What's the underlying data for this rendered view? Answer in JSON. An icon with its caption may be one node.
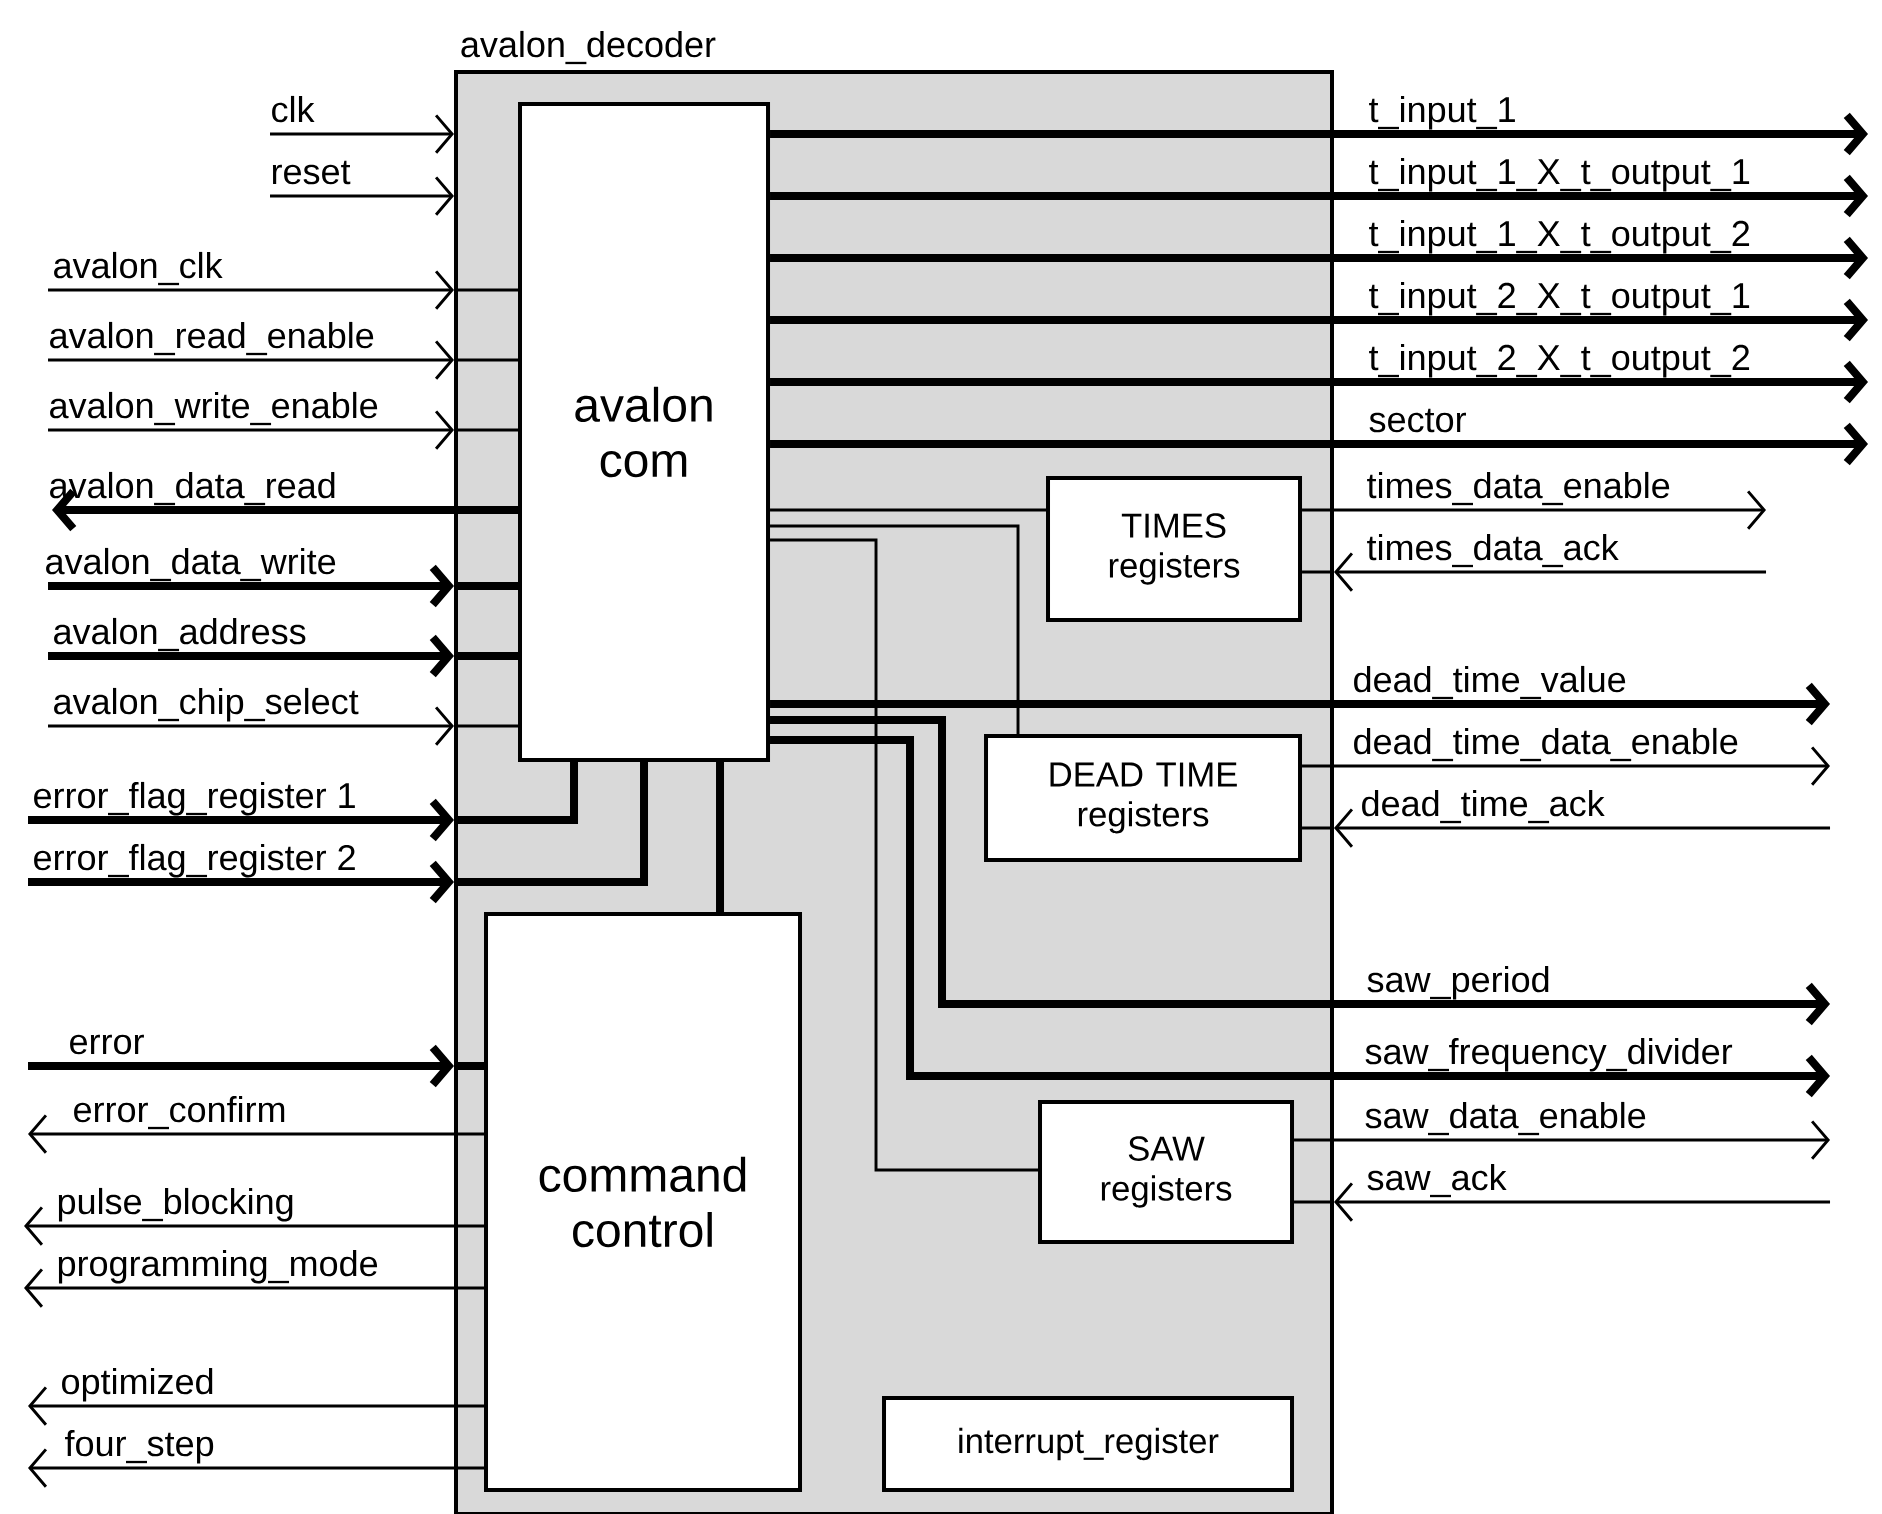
{
  "diagram": {
    "nodes": [
      {
        "text": [
          "avalon_decoder"
        ]
      },
      {
        "text": [
          "avalon com"
        ],
        "in": 0
      },
      {
        "text": [
          "command control"
        ],
        "in": 0
      },
      {
        "text": [
          "TIMES registers"
        ],
        "in": 0
      },
      {
        "text": [
          "DEAD TIME registers"
        ],
        "in": 0
      },
      {
        "text": [
          "SAW registers"
        ],
        "in": 0
      },
      {
        "text": [
          "interrupt_register"
        ],
        "in": 0
      }
    ],
    "edges": [
      {
        "from": null,
        "to": 0,
        "arrow": "to",
        "label": "clk"
      },
      {
        "from": null,
        "to": 0,
        "arrow": "to",
        "label": "reset"
      },
      {
        "from": null,
        "to": 0,
        "arrow": "to",
        "label": "avalon_clk"
      },
      {
        "from": null,
        "to": 0,
        "arrow": "to",
        "label": "avalon_read_enable"
      },
      {
        "from": null,
        "to": 0,
        "arrow": "to",
        "label": "avalon_write_enable"
      },
      {
        "from": 1,
        "to": null,
        "arrow": "to",
        "label": "avalon_data_read",
        "style": "thick"
      },
      {
        "from": null,
        "to": 0,
        "arrow": "to",
        "label": "avalon_data_write",
        "style": "thick"
      },
      {
        "from": null,
        "to": 0,
        "arrow": "to",
        "label": "avalon_address",
        "style": "thick"
      },
      {
        "from": null,
        "to": 0,
        "arrow": "to",
        "label": "avalon_chip_select"
      },
      {
        "from": null,
        "to": 0,
        "arrow": "to",
        "label": "error_flag_register 1",
        "style": "thick"
      },
      {
        "from": null,
        "to": 0,
        "arrow": "to",
        "label": "error_flag_register 2",
        "style": "thick"
      },
      {
        "from": null,
        "to": 0,
        "arrow": "to",
        "label": "error",
        "style": "thick"
      },
      {
        "from": 2,
        "to": null,
        "arrow": "to",
        "label": "error_confirm"
      },
      {
        "from": 2,
        "to": null,
        "arrow": "to",
        "label": "pulse_blocking"
      },
      {
        "from": 2,
        "to": null,
        "arrow": "to",
        "label": "programming_mode"
      },
      {
        "from": 2,
        "to": null,
        "arrow": "to",
        "label": "optimized"
      },
      {
        "from": 2,
        "to": null,
        "arrow": "to",
        "label": "four_step"
      },
      {
        "from": 1,
        "to": null,
        "arrow": "to",
        "label": "t_input_1",
        "style": "thick"
      },
      {
        "from": 1,
        "to": null,
        "arrow": "to",
        "label": "t_input_1_X_t_output_1",
        "style": "thick"
      },
      {
        "from": 1,
        "to": null,
        "arrow": "to",
        "label": "t_input_1_X_t_output_2",
        "style": "thick"
      },
      {
        "from": 1,
        "to": null,
        "arrow": "to",
        "label": "t_input_2_X_t_output_1",
        "style": "thick"
      },
      {
        "from": 1,
        "to": null,
        "arrow": "to",
        "label": "t_input_2_X_t_output_2",
        "style": "thick"
      },
      {
        "from": 1,
        "to": null,
        "arrow": "to",
        "label": "sector",
        "style": "thick"
      },
      {
        "from": 3,
        "to": null,
        "arrow": "to",
        "label": "times_data_enable"
      },
      {
        "from": null,
        "to": 0,
        "arrow": "to",
        "label": "times_data_ack"
      },
      {
        "from": 1,
        "to": null,
        "arrow": "to",
        "label": "dead_time_value",
        "style": "thick"
      },
      {
        "from": 4,
        "to": null,
        "arrow": "to",
        "label": "dead_time_data_enable"
      },
      {
        "from": null,
        "to": 0,
        "arrow": "to",
        "label": "dead_time_ack"
      },
      {
        "from": 1,
        "to": null,
        "arrow": "to",
        "label": "saw_period",
        "style": "thick"
      },
      {
        "from": 1,
        "to": null,
        "arrow": "to",
        "label": "saw_frequency_divider",
        "style": "thick"
      },
      {
        "from": 5,
        "to": null,
        "arrow": "to",
        "label": "saw_data_enable"
      },
      {
        "from": null,
        "to": 0,
        "arrow": "to",
        "label": "saw_ack"
      },
      {
        "from": 1,
        "to": 2,
        "arrow": "none",
        "style": "thick"
      },
      {
        "from": 1,
        "to": 3,
        "arrow": "none"
      },
      {
        "from": 1,
        "to": 4,
        "arrow": "none"
      },
      {
        "from": 1,
        "to": 5,
        "arrow": "none"
      },
      {
        "from": 0,
        "to": 1,
        "arrow": "none"
      },
      {
        "from": 0,
        "to": 1,
        "arrow": "none"
      },
      {
        "from": 0,
        "to": 1,
        "arrow": "none"
      },
      {
        "from": 0,
        "to": 1,
        "arrow": "none",
        "style": "thick"
      },
      {
        "from": 0,
        "to": 1,
        "arrow": "none",
        "style": "thick"
      },
      {
        "from": 0,
        "to": 1,
        "arrow": "none"
      },
      {
        "from": 0,
        "to": 1,
        "arrow": "none",
        "style": "thick"
      },
      {
        "from": 0,
        "to": 1,
        "arrow": "none",
        "style": "thick"
      },
      {
        "from": 0,
        "to": 2,
        "arrow": "none",
        "style": "thick"
      },
      {
        "from": 0,
        "to": 3,
        "arrow": "none"
      },
      {
        "from": 0,
        "to": 4,
        "arrow": "none"
      },
      {
        "from": 0,
        "to": 5,
        "arrow": "none"
      }
    ]
  }
}
